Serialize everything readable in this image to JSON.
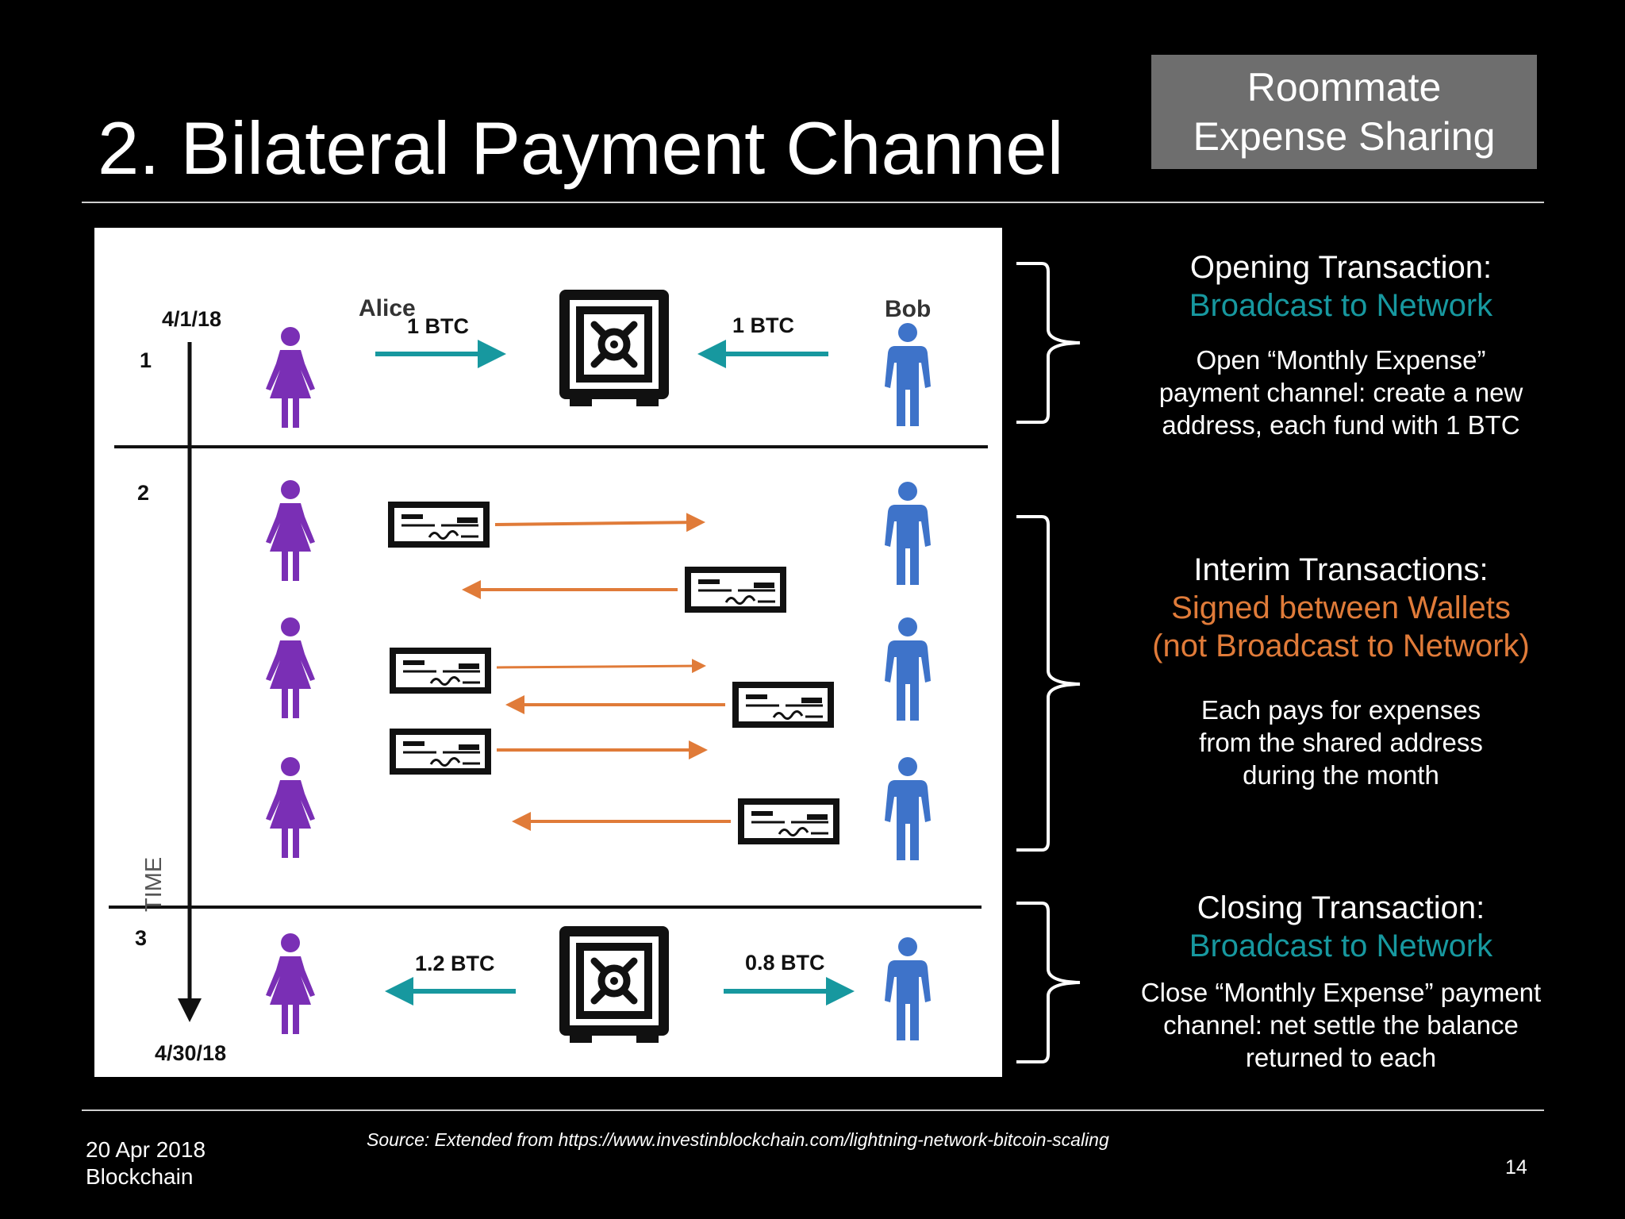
{
  "slide": {
    "title": "2. Bilateral Payment Channel",
    "tag": [
      "Roommate",
      "Expense Sharing"
    ],
    "page_number": "14",
    "date": "20 Apr 2018",
    "subject": "Blockchain",
    "source": "Source: Extended from https://www.investinblockchain.com/lightning-network-bitcoin-scaling"
  },
  "diagram": {
    "start_date": "4/1/18",
    "end_date": "4/30/18",
    "step_labels": [
      "1",
      "2",
      "3"
    ],
    "axis_label": "TIME",
    "alice_label": "Alice",
    "bob_label": "Bob",
    "open_alice_amount": "1 BTC",
    "open_bob_amount": "1 BTC",
    "close_alice_amount": "1.2 BTC",
    "close_bob_amount": "0.8 BTC",
    "colors": {
      "alice": "#7a2fb5",
      "bob": "#3e73c9",
      "teal": "#17989f",
      "orange": "#e07b39"
    }
  },
  "sections": {
    "opening": {
      "heading": "Opening Transaction:",
      "subheading": "Broadcast to Network",
      "body": [
        "Open “Monthly Expense”",
        "payment channel: create a new",
        "address, each fund with 1 BTC"
      ]
    },
    "interim": {
      "heading": "Interim Transactions:",
      "subheading": [
        "Signed between Wallets",
        "(not Broadcast to Network)"
      ],
      "body": [
        "Each pays for expenses",
        "from the shared address",
        "during the month"
      ]
    },
    "closing": {
      "heading": "Closing Transaction:",
      "subheading": "Broadcast to Network",
      "body": [
        "Close “Monthly Expense” payment",
        "channel: net settle the balance",
        "returned to each"
      ]
    }
  }
}
